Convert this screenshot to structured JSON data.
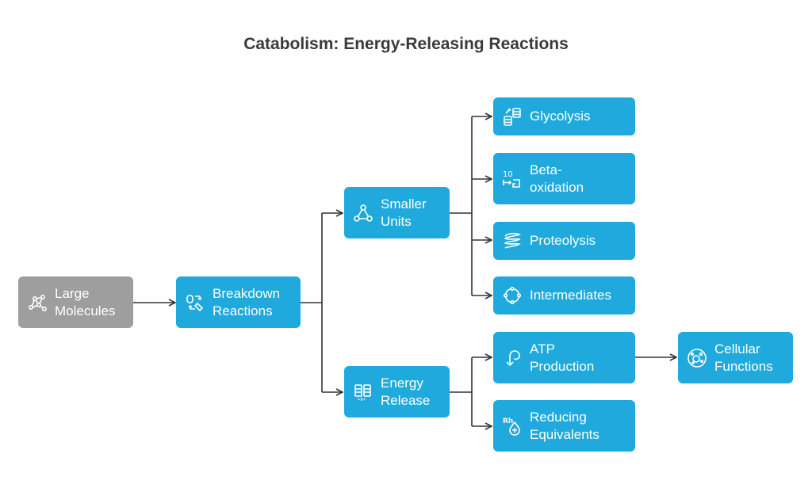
{
  "title": "Catabolism: Energy-Releasing Reactions",
  "nodes": {
    "large_molecules": {
      "label": "Large\nMolecules",
      "icon": "molecule-network-icon"
    },
    "breakdown_reactions": {
      "label": "Breakdown\nReactions",
      "icon": "reaction-cycle-icon"
    },
    "smaller_units": {
      "label": "Smaller\nUnits",
      "icon": "triangle-nodes-icon"
    },
    "energy_release": {
      "label": "Energy\nRelease",
      "icon": "battery-bars-icon"
    },
    "glycolysis": {
      "label": "Glycolysis",
      "icon": "sugar-chain-icon"
    },
    "beta_oxidation": {
      "label": "Beta-\noxidation",
      "icon": "fatty-acid-icon",
      "icon_text": "10"
    },
    "proteolysis": {
      "label": "Proteolysis",
      "icon": "protein-fold-icon"
    },
    "intermediates": {
      "label": "Intermediates",
      "icon": "ring-cycle-icon"
    },
    "atp_production": {
      "label": "ATP\nProduction",
      "icon": "atp-arrow-icon"
    },
    "reducing_equivalents": {
      "label": "Reducing\nEquivalents",
      "icon": "electron-drop-icon",
      "icon_text": "Rh"
    },
    "cellular_functions": {
      "label": "Cellular\nFunctions",
      "icon": "cell-icon"
    }
  },
  "colors": {
    "node": "#1fa9dc",
    "start_node": "#9e9e9e",
    "edge": "#333333",
    "title": "#3a3a3a"
  }
}
